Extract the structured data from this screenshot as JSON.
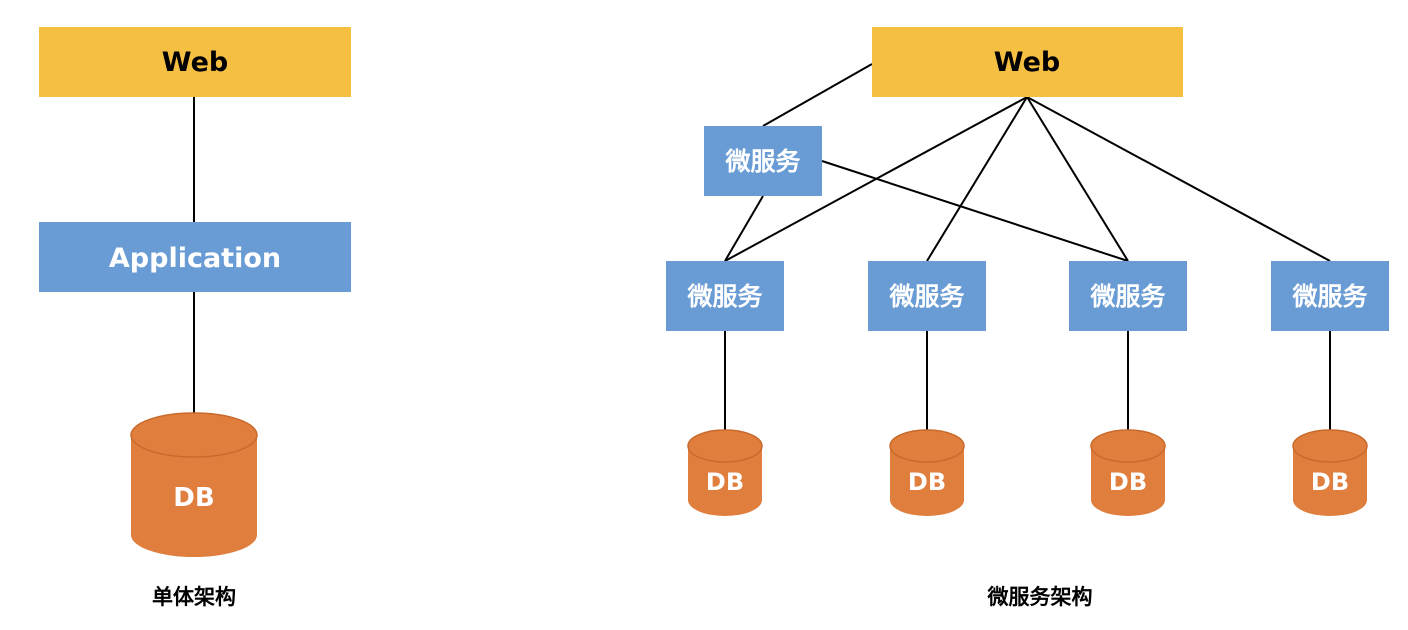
{
  "monolith": {
    "web_label": "Web",
    "app_label": "Application",
    "db_label": "DB",
    "caption": "单体架构"
  },
  "microservices": {
    "web_label": "Web",
    "service_label": "微服务",
    "db_label": "DB",
    "caption": "微服务架构"
  },
  "colors": {
    "web": "#F5BF41",
    "service": "#699CD4",
    "db": "#E07E3D",
    "line": "#000000"
  }
}
